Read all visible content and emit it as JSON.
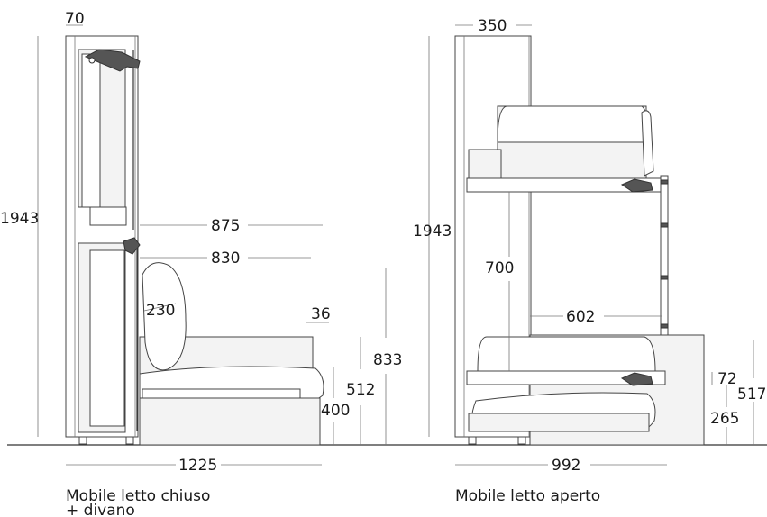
{
  "left_view": {
    "caption_line1": "Mobile letto chiuso",
    "caption_line2": "+ divano",
    "dims": {
      "depth_top": "70",
      "height_total": "1943",
      "dim_875": "875",
      "dim_830": "830",
      "backrest": "230",
      "arm": "36",
      "h_833": "833",
      "h_512": "512",
      "h_400": "400",
      "width_total": "1225"
    }
  },
  "right_view": {
    "caption": "Mobile letto aperto",
    "dims": {
      "depth_top": "350",
      "height_total": "1943",
      "bunk_gap": "700",
      "bed_width": "602",
      "h_72": "72",
      "h_517": "517",
      "h_265": "265",
      "width_total": "992"
    }
  }
}
